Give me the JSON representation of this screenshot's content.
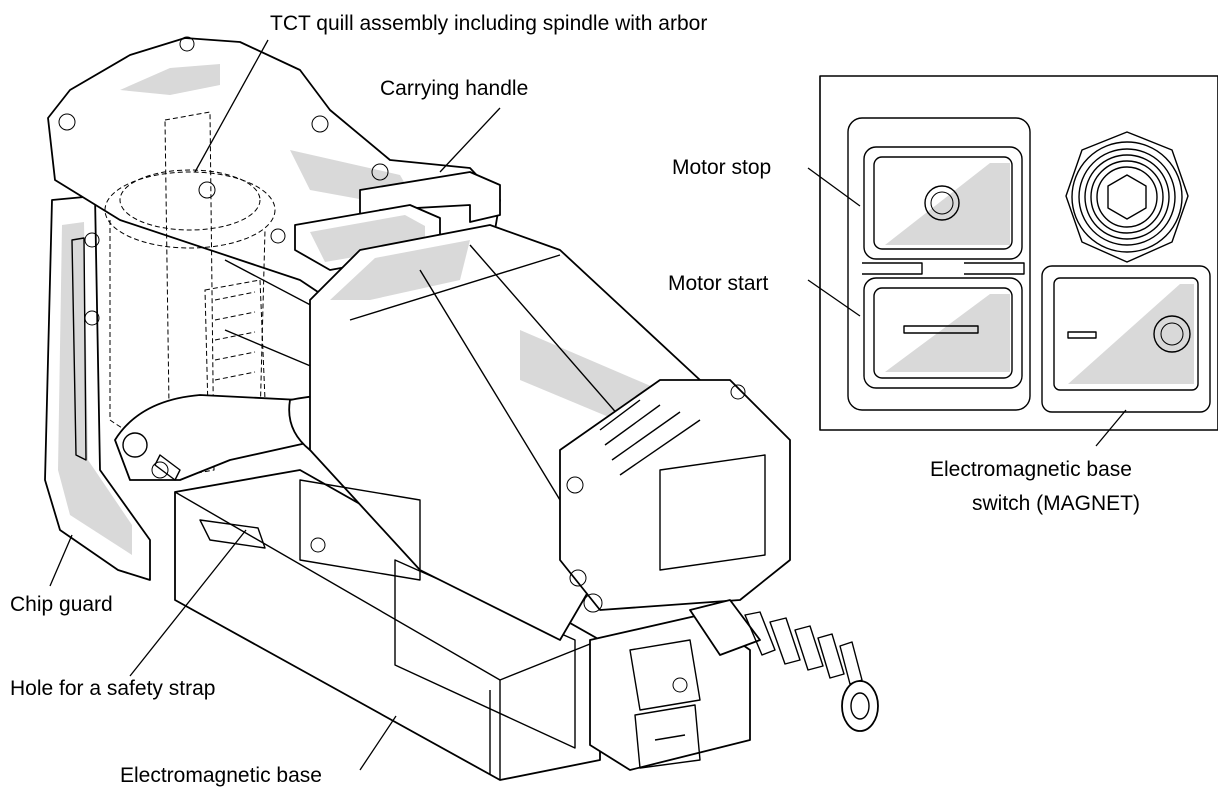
{
  "labels": {
    "quill": "TCT quill assembly including spindle with arbor",
    "handle": "Carrying handle",
    "motor_stop": "Motor stop",
    "motor_start": "Motor start",
    "magnet_switch_line1": "Electromagnetic base",
    "magnet_switch_line2": "switch (MAGNET)",
    "chip_guard": "Chip guard",
    "safety_strap": "Hole for a safety strap",
    "base": "Electromagnetic base"
  }
}
